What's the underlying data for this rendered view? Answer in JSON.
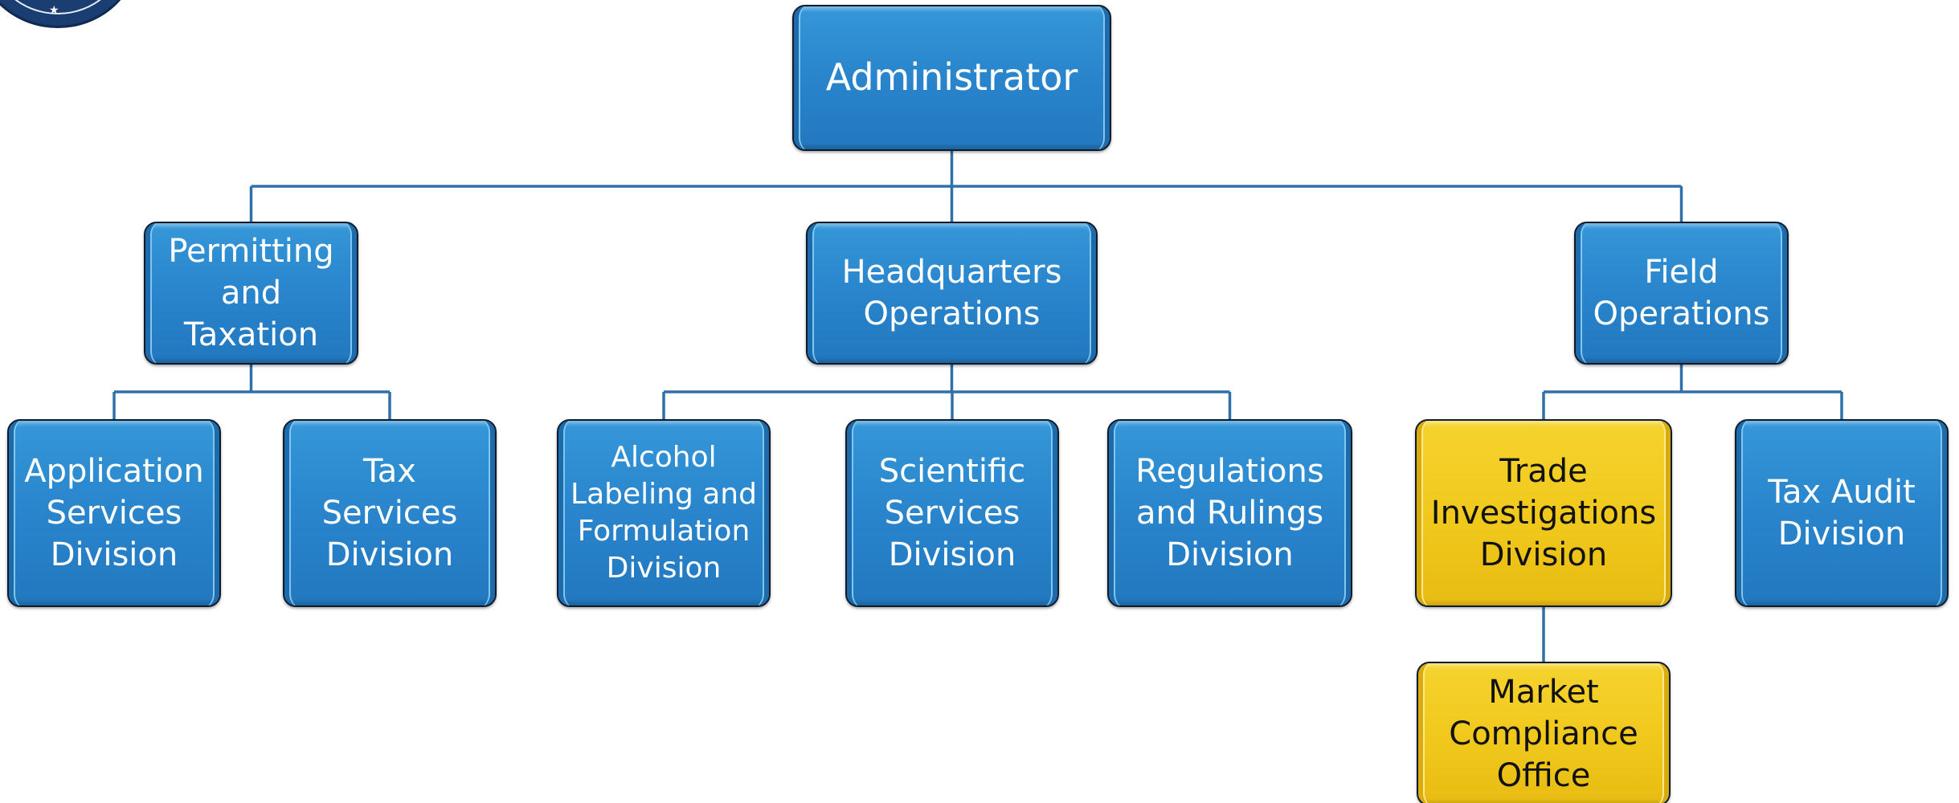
{
  "org_chart": {
    "nodes": {
      "administrator": {
        "label": "Administrator"
      },
      "permitting_and_taxation": {
        "label": "Permitting\nand\nTaxation"
      },
      "headquarters_operations": {
        "label": "Headquarters\nOperations"
      },
      "field_operations": {
        "label": "Field\nOperations"
      },
      "application_services_division": {
        "label": "Application\nServices\nDivision"
      },
      "tax_services_division": {
        "label": "Tax\nServices\nDivision"
      },
      "alcohol_labeling_and_formulation_division": {
        "label": "Alcohol\nLabeling and\nFormulation\nDivision"
      },
      "scientific_services_division": {
        "label": "Scientific\nServices\nDivision"
      },
      "regulations_and_rulings_division": {
        "label": "Regulations\nand Rulings\nDivision"
      },
      "trade_investigations_division": {
        "label": "Trade\nInvestigations\nDivision"
      },
      "tax_audit_division": {
        "label": "Tax Audit\nDivision"
      },
      "market_compliance_office": {
        "label": "Market\nCompliance\nOffice"
      }
    },
    "hierarchy": [
      {
        "parent": "administrator",
        "children": [
          "permitting_and_taxation",
          "headquarters_operations",
          "field_operations"
        ]
      },
      {
        "parent": "permitting_and_taxation",
        "children": [
          "application_services_division",
          "tax_services_division"
        ]
      },
      {
        "parent": "headquarters_operations",
        "children": [
          "alcohol_labeling_and_formulation_division",
          "scientific_services_division",
          "regulations_and_rulings_division"
        ]
      },
      {
        "parent": "field_operations",
        "children": [
          "trade_investigations_division",
          "tax_audit_division"
        ]
      },
      {
        "parent": "trade_investigations_division",
        "children": [
          "market_compliance_office"
        ]
      }
    ],
    "highlighted": [
      "trade_investigations_division",
      "market_compliance_office"
    ],
    "colors": {
      "box_default": "#2a86cd",
      "box_highlight": "#f1c91d",
      "text_on_default": "#ffffff",
      "text_on_highlight": "#111111",
      "connector": "#2f70a8",
      "seal": "#1b3e72"
    }
  },
  "logo": {
    "icon": "agency-seal-icon",
    "visible_text": "★"
  }
}
